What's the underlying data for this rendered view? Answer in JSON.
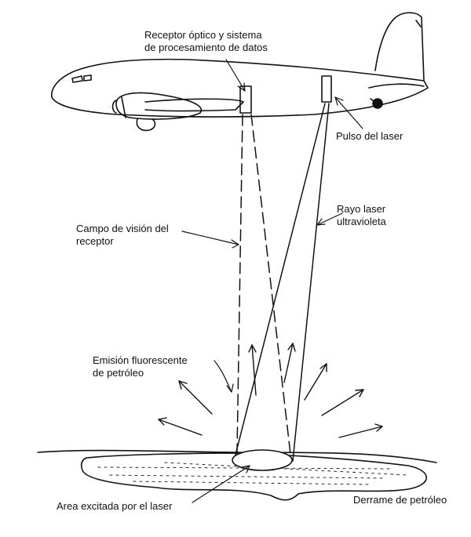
{
  "labels": {
    "receptor_optico": {
      "line1": "Receptor óptico y sistema",
      "line2": "de procesamiento de datos"
    },
    "pulso_laser": "Pulso del laser",
    "rayo_laser": {
      "line1": "Rayo laser",
      "line2": "ultravioleta"
    },
    "campo_vision": {
      "line1": "Campo de visión del",
      "line2": "receptor"
    },
    "emision": {
      "line1": "Emisión fluorescente",
      "line2": "de petróleo"
    },
    "area_excitada": "Area excitada por el laser",
    "derrame": "Derrame de petróleo"
  }
}
